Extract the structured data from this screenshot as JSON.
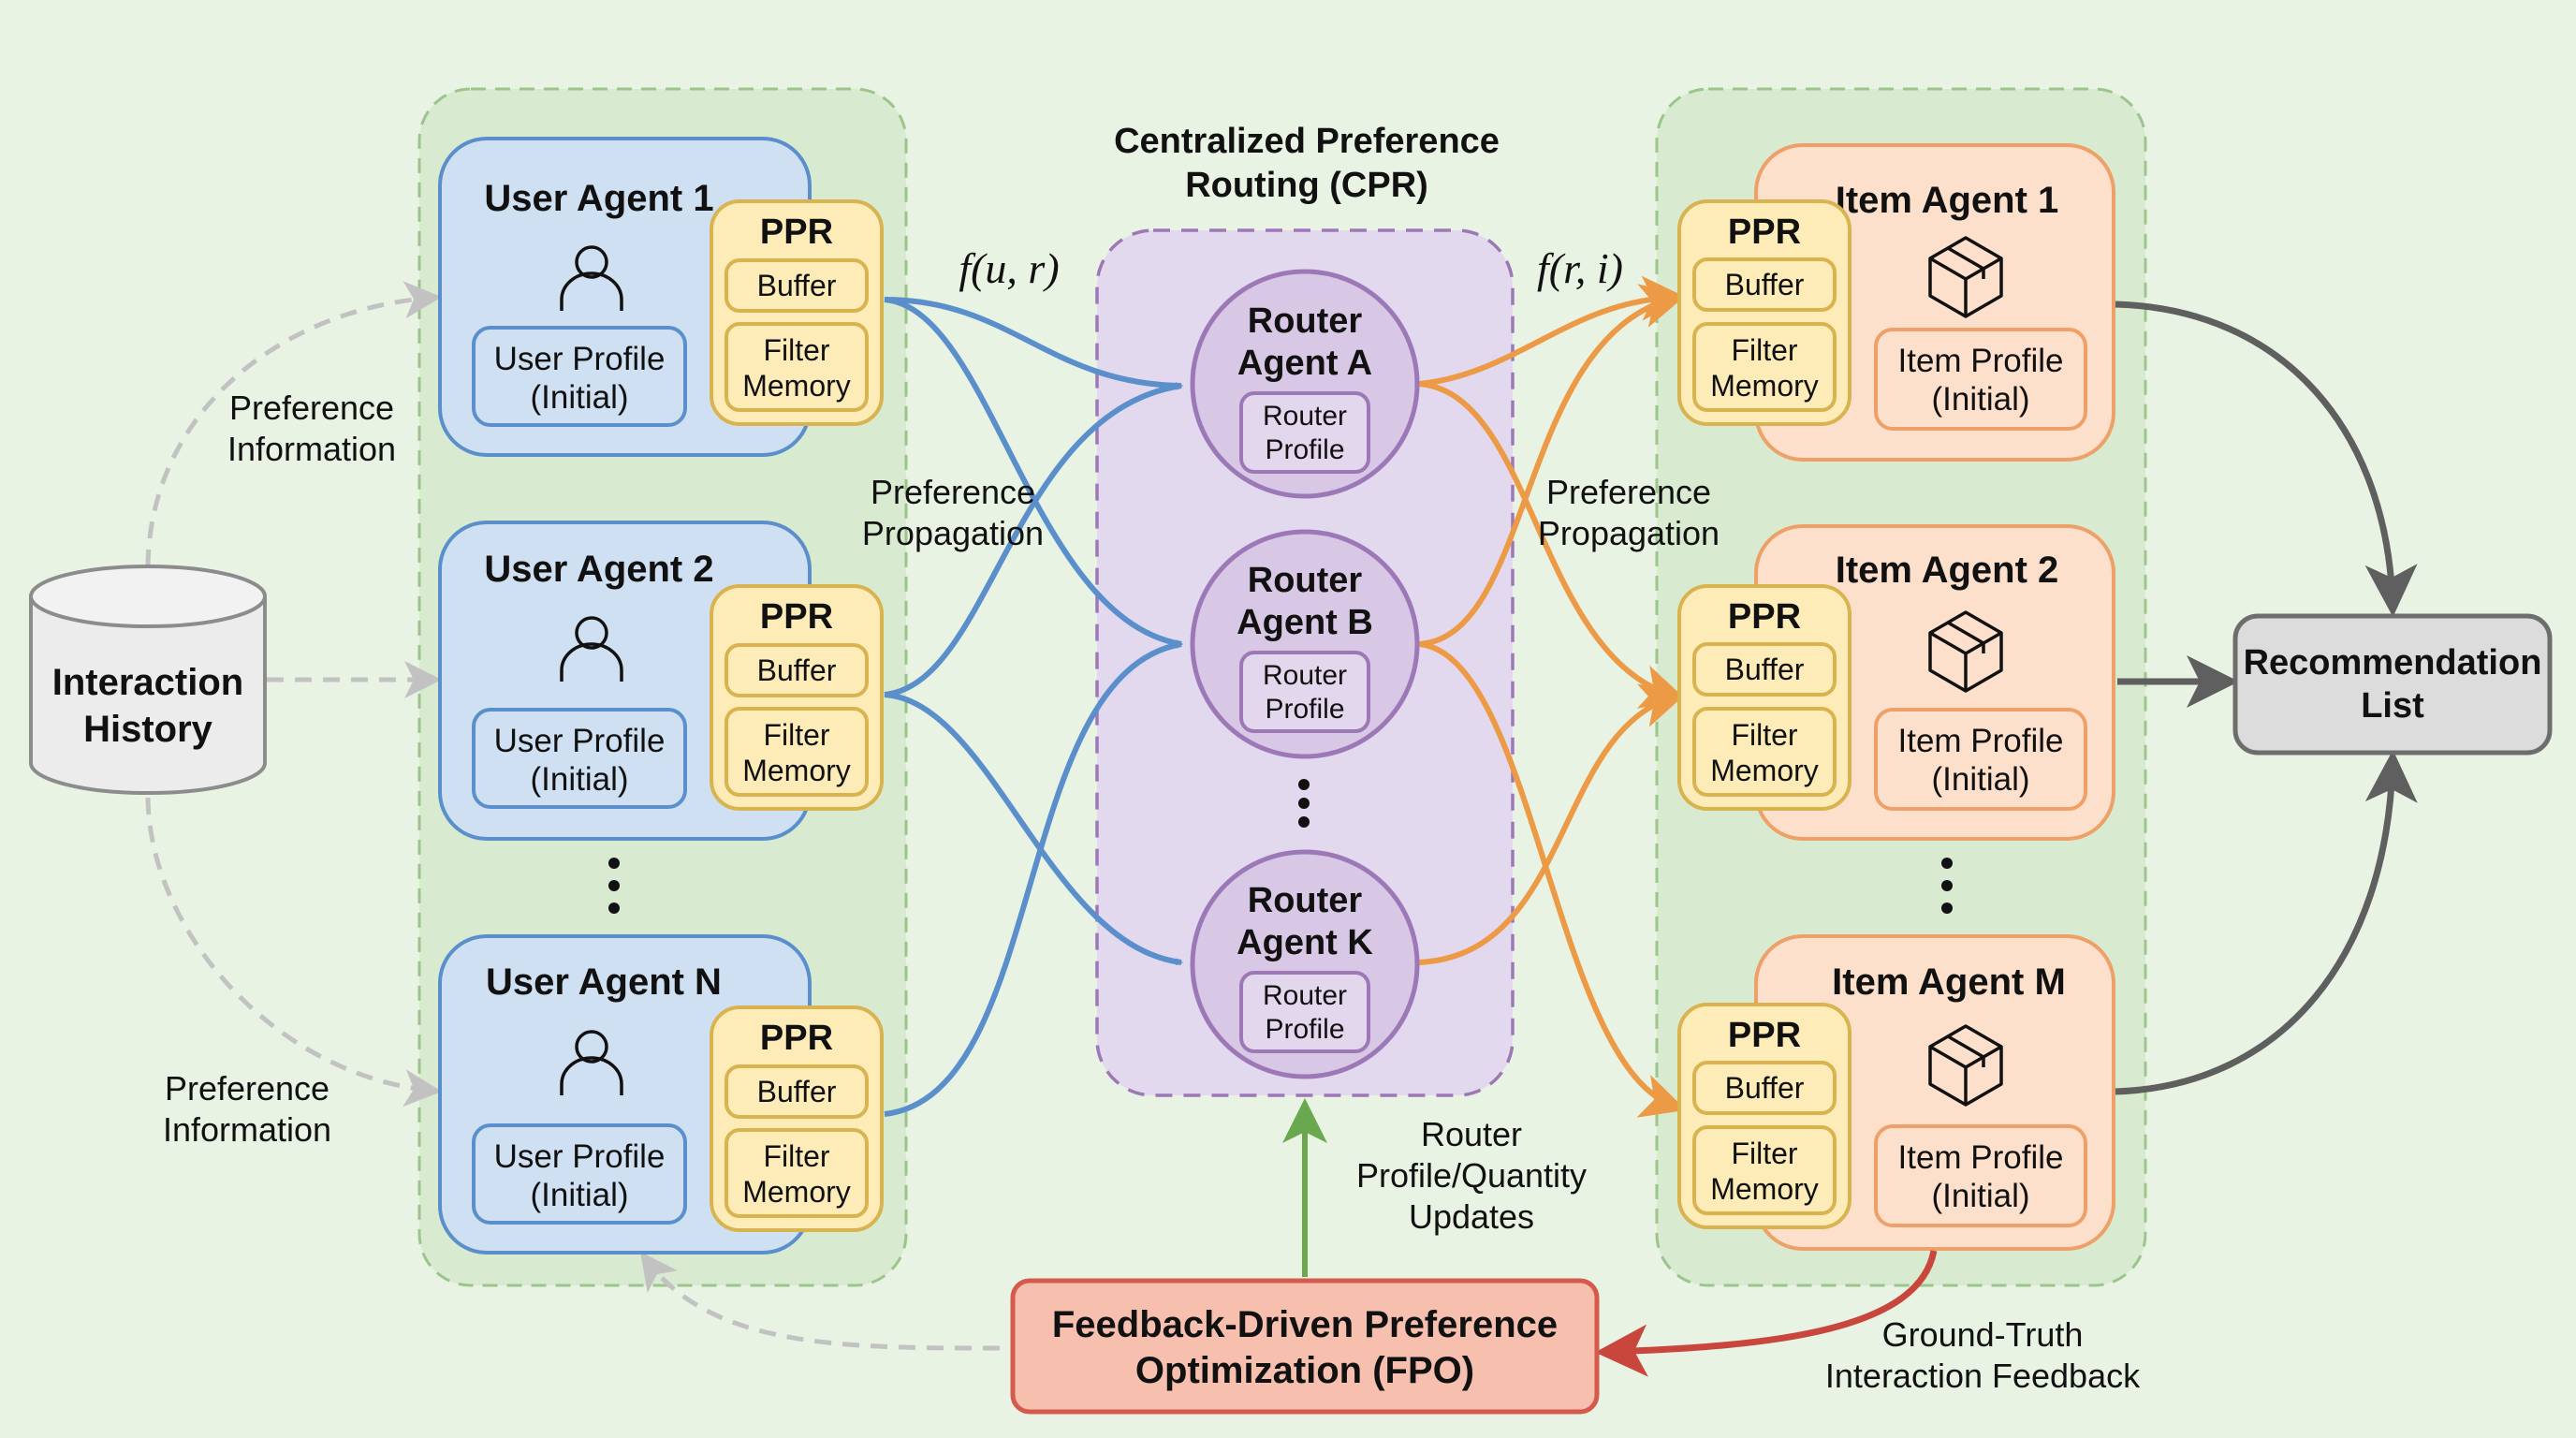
{
  "colors": {
    "background": "#e9f3e4",
    "group_fill": "#d8ead0",
    "group_border": "#9cc58c",
    "user_fill": "#cfe0f2",
    "user_border": "#5b8fcb",
    "ppr_fill": "#fdebb8",
    "ppr_border": "#d8b350",
    "item_fill": "#fde0cc",
    "item_border": "#eda068",
    "router_group_fill": "#e3d9ee",
    "router_border": "#9d78b6",
    "router_fill": "#d8c8e6",
    "blue_edge": "#5b8fcb",
    "orange_edge": "#ec9a45",
    "gray_edge": "#5f5f5f",
    "dashed_edge": "#c2c2c2",
    "green_edge": "#6aa84f",
    "red_edge": "#c9463d",
    "fpo_fill": "#f6bfae",
    "fpo_border": "#d45a4c",
    "rec_fill": "#dcdcdc",
    "rec_border": "#6d6d6d",
    "db_fill": "#ececec",
    "db_border": "#8c8c8c"
  },
  "interaction_history": {
    "line1": "Interaction",
    "line2": "History"
  },
  "preference_information_top": {
    "line1": "Preference",
    "line2": "Information"
  },
  "preference_information_bottom": {
    "line1": "Preference",
    "line2": "Information"
  },
  "user_agents": [
    {
      "title": "User Agent 1",
      "profile_line1": "User Profile",
      "profile_line2": "(Initial)",
      "ppr_title": "PPR",
      "buffer": "Buffer",
      "filter_line1": "Filter",
      "filter_line2": "Memory"
    },
    {
      "title": "User Agent 2",
      "profile_line1": "User Profile",
      "profile_line2": "(Initial)",
      "ppr_title": "PPR",
      "buffer": "Buffer",
      "filter_line1": "Filter",
      "filter_line2": "Memory"
    },
    {
      "title": "User Agent N",
      "profile_line1": "User Profile",
      "profile_line2": "(Initial)",
      "ppr_title": "PPR",
      "buffer": "Buffer",
      "filter_line1": "Filter",
      "filter_line2": "Memory"
    }
  ],
  "left_function": {
    "f": "f",
    "args": "(u, r)"
  },
  "right_function": {
    "f": "f",
    "args": "(r, i)"
  },
  "left_propagation": {
    "line1": "Preference",
    "line2": "Propagation"
  },
  "right_propagation": {
    "line1": "Preference",
    "line2": "Propagation"
  },
  "cpr": {
    "title_line1": "Centralized Preference",
    "title_line2": "Routing (CPR)",
    "routers": [
      {
        "line1": "Router",
        "line2": "Agent A",
        "profile_line1": "Router",
        "profile_line2": "Profile"
      },
      {
        "line1": "Router",
        "line2": "Agent B",
        "profile_line1": "Router",
        "profile_line2": "Profile"
      },
      {
        "line1": "Router",
        "line2": "Agent K",
        "profile_line1": "Router",
        "profile_line2": "Profile"
      }
    ]
  },
  "item_agents": [
    {
      "title": "Item Agent 1",
      "profile_line1": "Item Profile",
      "profile_line2": "(Initial)",
      "ppr_title": "PPR",
      "buffer": "Buffer",
      "filter_line1": "Filter",
      "filter_line2": "Memory"
    },
    {
      "title": "Item Agent 2",
      "profile_line1": "Item Profile",
      "profile_line2": "(Initial)",
      "ppr_title": "PPR",
      "buffer": "Buffer",
      "filter_line1": "Filter",
      "filter_line2": "Memory"
    },
    {
      "title": "Item Agent M",
      "profile_line1": "Item Profile",
      "profile_line2": "(Initial)",
      "ppr_title": "PPR",
      "buffer": "Buffer",
      "filter_line1": "Filter",
      "filter_line2": "Memory"
    }
  ],
  "recommendation_list": {
    "line1": "Recommendation",
    "line2": "List"
  },
  "router_updates": {
    "line1": "Router",
    "line2": "Profile/Quantity",
    "line3": "Updates"
  },
  "fpo": {
    "line1": "Feedback-Driven Preference",
    "line2": "Optimization (FPO)"
  },
  "ground_truth": {
    "line1": "Ground-Truth",
    "line2": "Interaction Feedback"
  }
}
